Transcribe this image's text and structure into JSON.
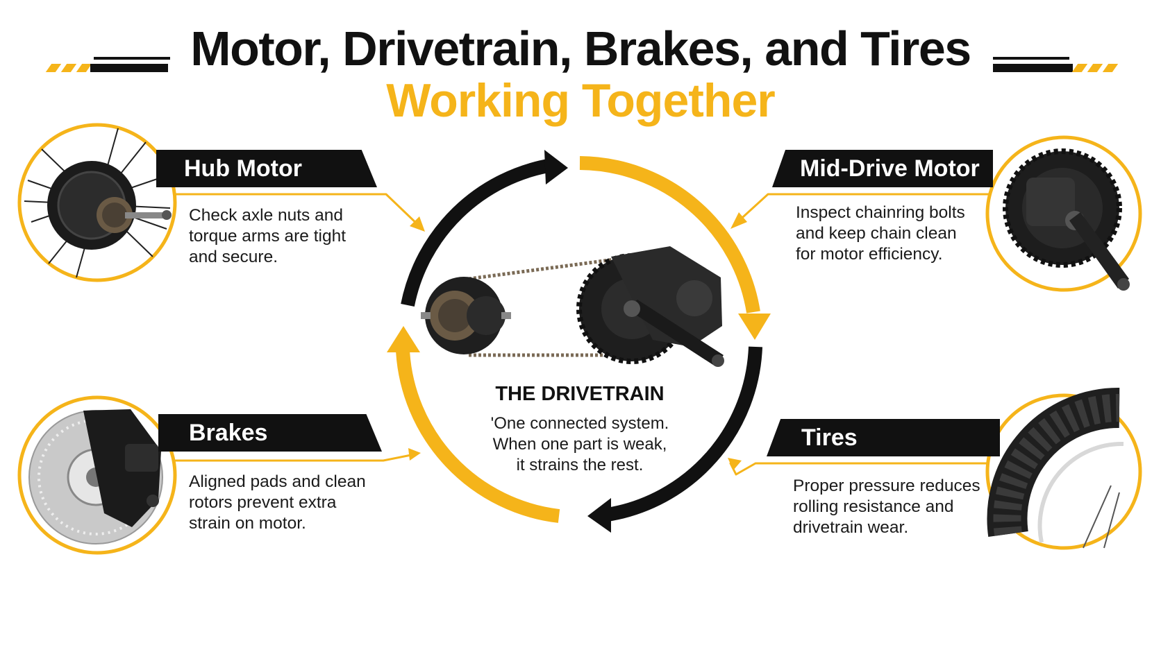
{
  "header": {
    "title_line1": "Motor, Drivetrain, Brakes, and Tires",
    "title_line2": "Working Together"
  },
  "colors": {
    "accent": "#F5B41A",
    "dark": "#111111",
    "background": "#FFFFFF"
  },
  "components": {
    "hub_motor": {
      "label": "Hub Motor",
      "lines": [
        "Check axle nuts and",
        "torque arms are tight",
        "and secure."
      ],
      "icon": "hub-motor-icon"
    },
    "mid_drive_motor": {
      "label": "Mid-Drive Motor",
      "lines": [
        "Inspect chainring bolts",
        "and keep chain clean",
        "for motor efficiency."
      ],
      "icon": "mid-drive-motor-icon"
    },
    "brakes": {
      "label": "Brakes",
      "lines": [
        "Aligned pads and clean",
        "rotors prevent extra",
        "strain on motor."
      ],
      "icon": "brake-caliper-icon"
    },
    "tires": {
      "label": "Tires",
      "lines": [
        "Proper pressure reduces",
        "rolling resistance and",
        "drivetrain wear."
      ],
      "icon": "tire-icon"
    }
  },
  "center": {
    "title": "THE DRIVETRAIN",
    "lines": [
      "'One connected system.",
      "When one part is weak,",
      "it strains the rest."
    ],
    "icon": "drivetrain-icon"
  }
}
